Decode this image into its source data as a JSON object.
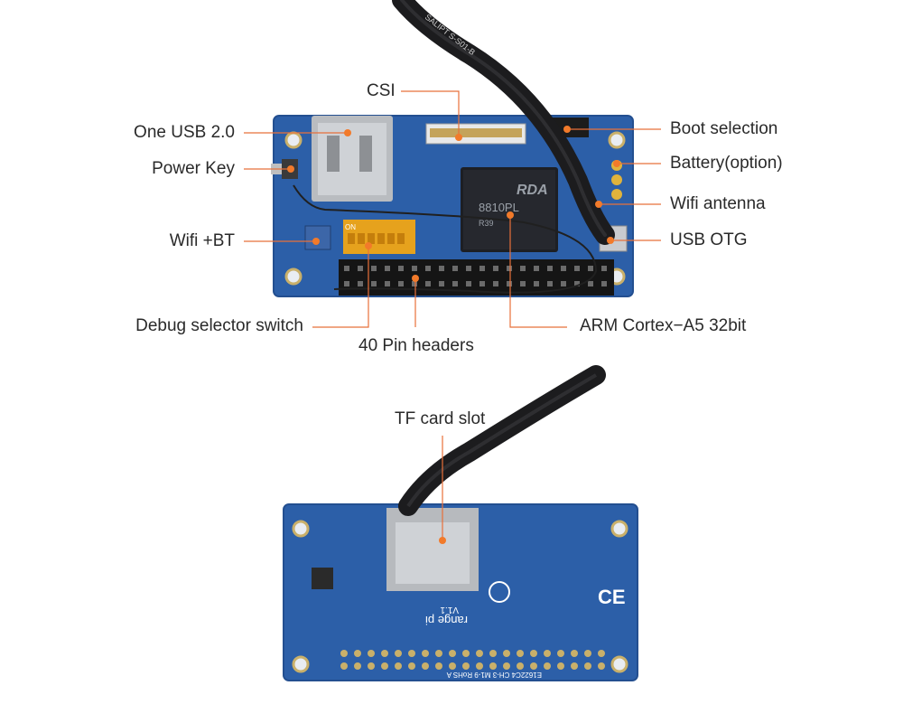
{
  "top_board": {
    "labels": {
      "csi": "CSI",
      "usb": "One USB 2.0",
      "power_key": "Power Key",
      "wifi_bt": "Wifi +BT",
      "debug_switch": "Debug selector switch",
      "pin_headers": "40 Pin headers",
      "boot_selection": "Boot selection",
      "battery": "Battery(option)",
      "wifi_antenna": "Wifi antenna",
      "usb_otg": "USB OTG",
      "cpu": "ARM Cortex−A5 32bit"
    },
    "chip_text": [
      "RDA",
      "8810PL",
      "R39"
    ],
    "dip_text": "ON",
    "cable_text": "SALIPT S-S01-B"
  },
  "bottom_board": {
    "labels": {
      "tf_card": "TF card slot"
    },
    "silk_brand": "range pi",
    "silk_version": "V1.1",
    "silk_id": "E1622C4 CH-3 M1-9 RoHS A"
  },
  "colors": {
    "pcb": "#2c5fa8",
    "pcb_dark": "#234f90",
    "leader": "#e8703a",
    "marker": "#f27a2a",
    "cable": "#1c1c1e",
    "header": "#151515",
    "gold": "#e0b33c"
  }
}
